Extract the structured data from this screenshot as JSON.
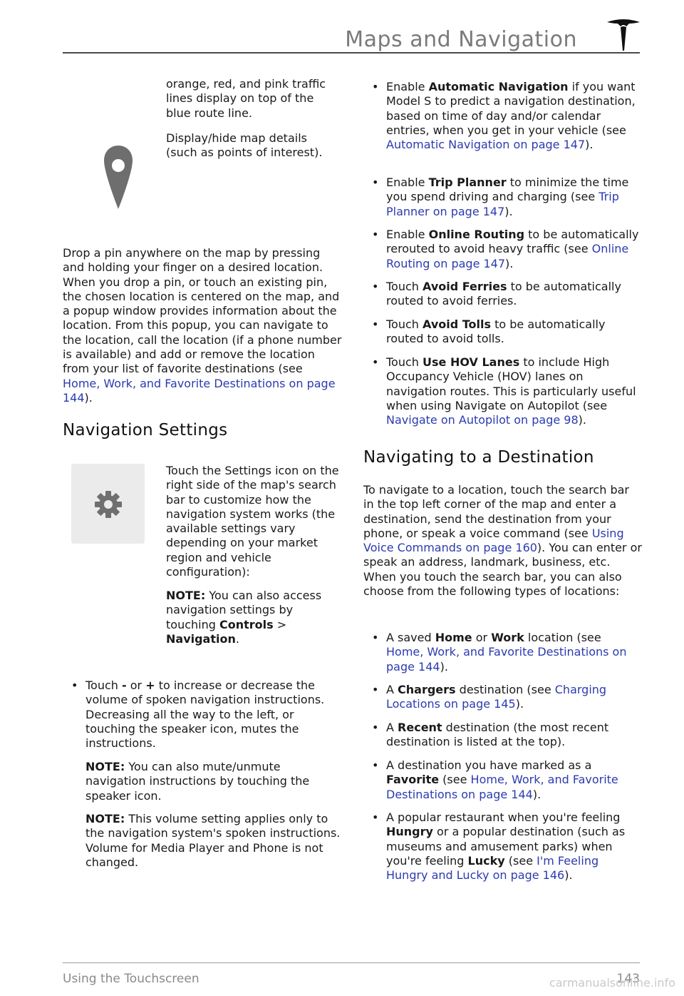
{
  "header": {
    "title": "Maps and Navigation"
  },
  "left": {
    "top_text_1": "orange, red, and pink traffic lines display on top of the blue route line.",
    "top_text_2": "Display/hide map details (such as points of interest).",
    "pin_para": [
      "Drop a pin anywhere on the map by pressing and holding your finger on a desired location. When you drop a pin, or touch an existing pin, the chosen location is centered on the map, and a popup window provides information about the location. From this popup, you can navigate to the location, call the location (if a phone number is available) and add or remove the location from your list of favorite destinations (see ",
      "Home, Work, and Favorite Destinations on page 144",
      ")."
    ],
    "nav_settings_heading": "Navigation Settings",
    "settings_text": "Touch the Settings icon on the right side of the map's search bar to customize how the navigation system works (the available settings vary depending on your market region and vehicle configuration):",
    "note1": {
      "label": "NOTE:",
      "text": " You can also access navigation settings by touching ",
      "b1": "Controls",
      "mid": " > ",
      "b2": "Navigation",
      "end": "."
    },
    "bullet_touch": {
      "pre": "Touch ",
      "b1": "-",
      "mid1": " or ",
      "b2": "+",
      "post": " to increase or decrease the volume of spoken navigation instructions. Decreasing all the way to the left, or touching the speaker icon, mutes the instructions."
    },
    "note2": {
      "label": "NOTE:",
      "text": " You can also mute/unmute navigation instructions by touching the speaker icon."
    },
    "note3": {
      "label": "NOTE:",
      "text": " This volume setting applies only to the navigation system's spoken instructions. Volume for Media Player and Phone is not changed."
    }
  },
  "right": {
    "b_auto": {
      "pre": "Enable ",
      "bold": "Automatic Navigation",
      "post": " if you want Model S to predict a navigation destination, based on time of day and/or calendar entries, when you get in your vehicle (see ",
      "link": "Automatic Navigation on page 147",
      "end": ")."
    },
    "b_trip": {
      "pre": "Enable ",
      "bold": "Trip Planner",
      "post": " to minimize the time you spend driving and charging (see ",
      "link": "Trip Planner on page 147",
      "end": ")."
    },
    "b_online": {
      "pre": "Enable ",
      "bold": "Online Routing",
      "post": " to be automatically rerouted to avoid heavy traffic (see ",
      "link": "Online Routing on page 147",
      "end": ")."
    },
    "b_ferries": {
      "pre": "Touch ",
      "bold": "Avoid Ferries",
      "post": " to be automatically routed to avoid ferries."
    },
    "b_tolls": {
      "pre": "Touch ",
      "bold": "Avoid Tolls",
      "post": " to be automatically routed to avoid tolls."
    },
    "b_hov": {
      "pre": "Touch ",
      "bold": "Use HOV Lanes",
      "post": " to include High Occupancy Vehicle (HOV) lanes on navigation routes. This is particularly useful when using Navigate on Autopilot (see ",
      "link": "Navigate on Autopilot on page 98",
      "end": ")."
    },
    "dest_heading": "Navigating to a Destination",
    "dest_para": {
      "pre": "To navigate to a location, touch the search bar in the top left corner of the map and enter a destination, send the destination from your phone, or speak a voice command (see ",
      "link": "Using Voice Commands on page 160",
      "post": "). You can enter or speak an address, landmark, business, etc. When you touch the search bar, you can also choose from the following types of locations:"
    },
    "d_home": {
      "pre": "A saved ",
      "b1": "Home",
      "mid": " or ",
      "b2": "Work",
      "post": " location (see ",
      "link": "Home, Work, and Favorite Destinations on page 144",
      "end": ")."
    },
    "d_chargers": {
      "pre": "A ",
      "bold": "Chargers",
      "post": " destination (see ",
      "link": "Charging Locations on page 145",
      "end": ")."
    },
    "d_recent": {
      "pre": "A ",
      "bold": "Recent",
      "post": " destination (the most recent destination is listed at the top)."
    },
    "d_fav": {
      "pre": "A destination you have marked as a ",
      "bold": "Favorite",
      "post": " (see ",
      "link": "Home, Work, and Favorite Destinations on page 144",
      "end": ")."
    },
    "d_hungry": {
      "pre": "A popular restaurant when you're feeling ",
      "b1": "Hungry",
      "mid": " or a popular destination (such as museums and amusement parks) when you're feeling ",
      "b2": "Lucky",
      "post": " (see ",
      "link": "I'm Feeling Hungry and Lucky on page 146",
      "end": ")."
    }
  },
  "footer": {
    "section": "Using the Touchscreen",
    "page": "143",
    "watermark": "carmanualsonline.info"
  },
  "bullet_char": "•",
  "icons": [
    "map-pin-icon",
    "settings-gear-icon",
    "tesla-logo"
  ]
}
